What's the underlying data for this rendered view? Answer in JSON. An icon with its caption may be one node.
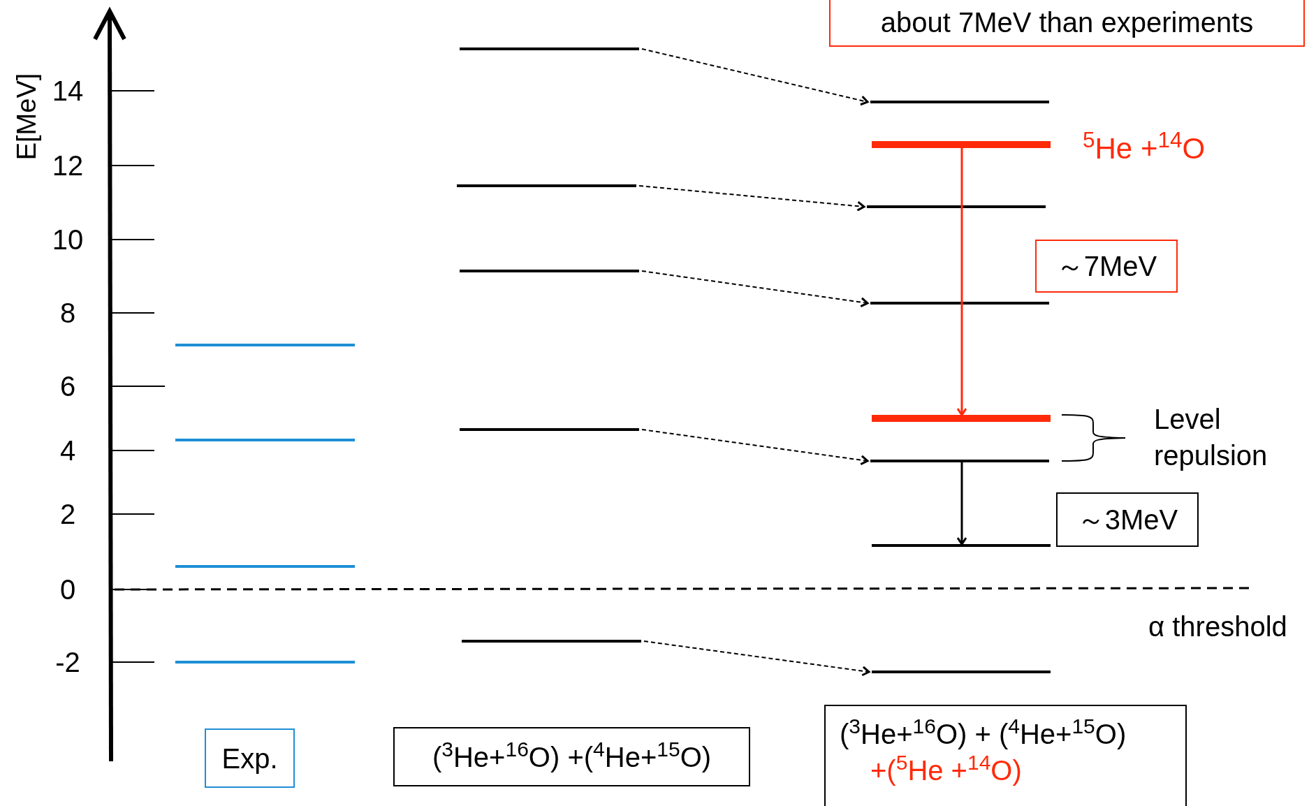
{
  "diagram": {
    "nodes": [
      {
        "text": [
          "about 7MeV than experiments"
        ]
      },
      {
        "text": [],
        "shape": "bar"
      },
      {
        "text": [],
        "shape": "bar"
      },
      {
        "text": [],
        "shape": "bar"
      },
      {
        "text": [],
        "shape": "bar"
      },
      {
        "text": [],
        "shape": "bar"
      },
      {
        "text": [],
        "shape": "bar"
      },
      {
        "text": [],
        "shape": "bar",
        "beside": [
          "$^{5}$He +$^{14}$O"
        ]
      },
      {
        "text": [],
        "shape": "bar"
      },
      {
        "text": [],
        "shape": "bar"
      },
      {
        "text": [],
        "shape": "bar"
      },
      {
        "text": [],
        "shape": "bar"
      },
      {
        "text": [],
        "shape": "bar"
      },
      {
        "text": [],
        "shape": "bar"
      },
      {
        "text": [],
        "shape": "bar"
      },
      {
        "text": [],
        "shape": "bar"
      },
      {
        "text": [],
        "shape": "bar"
      },
      {
        "text": [],
        "shape": "bar"
      },
      {
        "text": [
          "～7MeV"
        ]
      },
      {
        "text": [
          "～3MeV"
        ]
      },
      {
        "text": [
          "Exp."
        ]
      },
      {
        "text": [
          "($^{3}$He+$^{16}$O) +($^{4}$He+$^{15}$O)"
        ]
      },
      {
        "text": [
          "($^{3}$He+$^{16}$O) + ($^{4}$He+$^{15}$O)",
          "+($^{5}$He +$^{14}$O)"
        ]
      }
    ],
    "edges": [
      {
        "from": 1,
        "to": 6,
        "arrow": "to",
        "style": "dashed"
      },
      {
        "from": 2,
        "to": 8,
        "arrow": "to",
        "style": "dashed"
      },
      {
        "from": 3,
        "to": 9,
        "arrow": "to",
        "style": "dashed"
      },
      {
        "from": 4,
        "to": 11,
        "arrow": "to",
        "style": "dashed"
      },
      {
        "from": 5,
        "to": 13,
        "arrow": "to",
        "style": "dashed"
      },
      {
        "from": 7,
        "to": 10,
        "arrow": "to",
        "color": "#ff2a0a"
      },
      {
        "from": 11,
        "to": 12,
        "arrow": "to"
      }
    ],
    "labels": [
      "E[MeV]",
      "14",
      "12",
      "10",
      "8",
      "6",
      "4",
      "2",
      "0",
      "-2",
      "Level repulsion",
      "α threshold"
    ]
  }
}
